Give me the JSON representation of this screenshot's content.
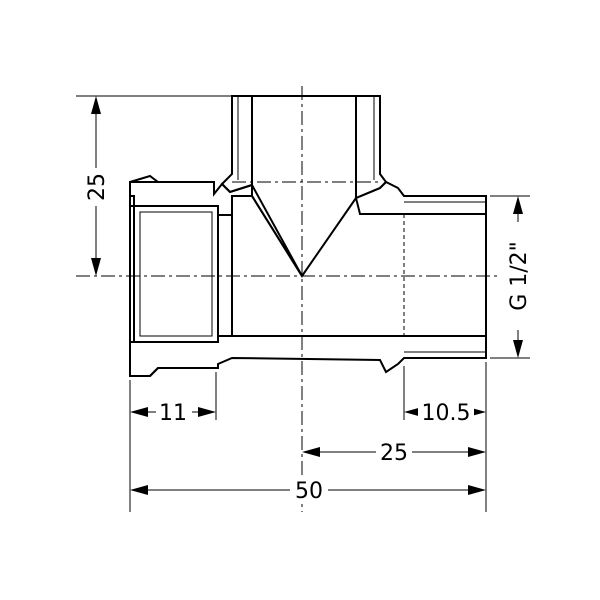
{
  "dimensions": {
    "branch_height": "25",
    "thread_size": "G 1/2\"",
    "left_socket_depth": "11",
    "right_thread_length": "10.5",
    "center_to_end": "25",
    "overall_length": "50"
  },
  "colors": {
    "line": "#000000",
    "background": "#ffffff"
  }
}
